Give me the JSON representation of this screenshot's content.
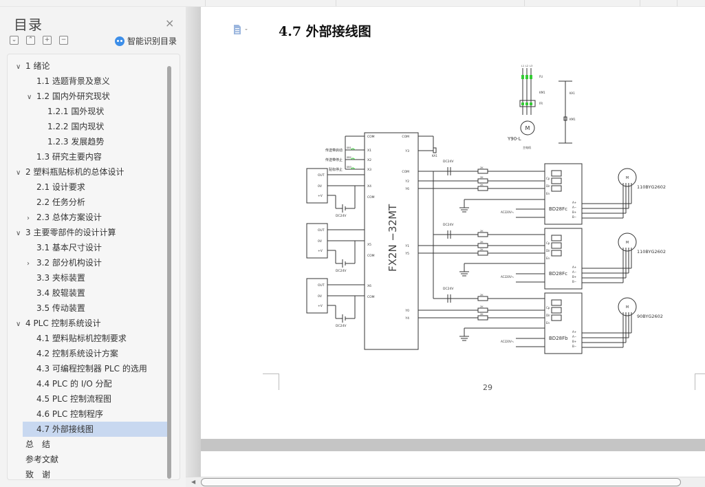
{
  "sidebar": {
    "title": "目录",
    "close_icon": "×",
    "tools": [
      {
        "name": "expand-down-button",
        "glyph": "⌄"
      },
      {
        "name": "collapse-up-button",
        "glyph": "⌃"
      },
      {
        "name": "expand-all-button",
        "glyph": "+"
      },
      {
        "name": "collapse-all-button",
        "glyph": "−"
      }
    ],
    "smart_label": "智能识别目录",
    "toc": [
      {
        "label": "1 绪论",
        "level": 0,
        "chevron": "down"
      },
      {
        "label": "1.1 选题背景及意义",
        "level": 1,
        "chevron": ""
      },
      {
        "label": "1.2 国内外研究现状",
        "level": 1,
        "chevron": "down"
      },
      {
        "label": "1.2.1 国外现状",
        "level": 2,
        "chevron": ""
      },
      {
        "label": "1.2.2 国内现状",
        "level": 2,
        "chevron": ""
      },
      {
        "label": "1.2.3 发展趋势",
        "level": 2,
        "chevron": ""
      },
      {
        "label": "1.3 研究主要内容",
        "level": 1,
        "chevron": ""
      },
      {
        "label": "2 塑料瓶贴标机的总体设计",
        "level": 0,
        "chevron": "down"
      },
      {
        "label": "2.1 设计要求",
        "level": 1,
        "chevron": ""
      },
      {
        "label": "2.2 任务分析",
        "level": 1,
        "chevron": ""
      },
      {
        "label": "2.3 总体方案设计",
        "level": 1,
        "chevron": "right"
      },
      {
        "label": "3 主要零部件的设计计算",
        "level": 0,
        "chevron": "down"
      },
      {
        "label": "3.1 基本尺寸设计",
        "level": 1,
        "chevron": ""
      },
      {
        "label": "3.2 部分机构设计",
        "level": 1,
        "chevron": "right"
      },
      {
        "label": "3.3 夹标装置",
        "level": 1,
        "chevron": ""
      },
      {
        "label": "3.4 胶辊装置",
        "level": 1,
        "chevron": ""
      },
      {
        "label": "3.5 传动装置",
        "level": 1,
        "chevron": ""
      },
      {
        "label": "4 PLC 控制系统设计",
        "level": 0,
        "chevron": "down"
      },
      {
        "label": "4.1 塑料贴标机控制要求",
        "level": 1,
        "chevron": ""
      },
      {
        "label": "4.2 控制系统设计方案",
        "level": 1,
        "chevron": ""
      },
      {
        "label": "4.3 可编程控制器 PLC 的选用",
        "level": 1,
        "chevron": ""
      },
      {
        "label": "4.4 PLC 的 I/O 分配",
        "level": 1,
        "chevron": ""
      },
      {
        "label": "4.5 PLC 控制流程图",
        "level": 1,
        "chevron": ""
      },
      {
        "label": "4.6 PLC 控制程序",
        "level": 1,
        "chevron": ""
      },
      {
        "label": "4.7 外部接线图",
        "level": 1,
        "chevron": "",
        "active": true
      },
      {
        "label": "总　结",
        "level": 0,
        "chevron": "none"
      },
      {
        "label": "参考文献",
        "level": 0,
        "chevron": "none"
      },
      {
        "label": "致　谢",
        "level": 0,
        "chevron": "none"
      }
    ]
  },
  "document": {
    "heading": "4.7 外部接线图",
    "page_number": "29",
    "diagram": {
      "plc_label": "FX2N −32MT",
      "plc_left_pins": [
        "COM",
        "X1",
        "X2",
        "X3",
        "X4",
        "COM",
        "X5",
        "COM",
        "X6",
        "COM"
      ],
      "plc_right_pins": [
        "COM",
        "Y3",
        "COM",
        "Y2",
        "Y6",
        "Y1",
        "Y5",
        "Y0",
        "Y4"
      ],
      "inputs": [
        "传送带启动",
        "传送带停止",
        "贴标停止"
      ],
      "input_switches": [
        "SB1",
        "SB2",
        "SB3"
      ],
      "sensor_pins": [
        "OUT",
        "0V",
        "+V"
      ],
      "dc_label": "DC24V",
      "ac_label": "AC220V",
      "resistor_label": "2K",
      "relay_label": "KA1",
      "power_labels": [
        "L1",
        "L2",
        "L3"
      ],
      "power_parts": [
        "FU",
        "KM1",
        "FR"
      ],
      "control_parts": [
        "KA1",
        "KM1"
      ],
      "main_motor": "Y90-L",
      "main_motor_caption": "主电机",
      "driver_pins": [
        "Cp",
        "Dir",
        "En"
      ],
      "motor_pins": [
        "A+",
        "A−",
        "B+",
        "B−"
      ],
      "drivers": [
        {
          "model": "BD28Fc",
          "motor": "110BYG2602"
        },
        {
          "model": "BD28Fc",
          "motor": "110BYG2602"
        },
        {
          "model": "BD28Fb",
          "motor": "90BYG2602"
        }
      ],
      "motor_symbol": "M"
    }
  }
}
